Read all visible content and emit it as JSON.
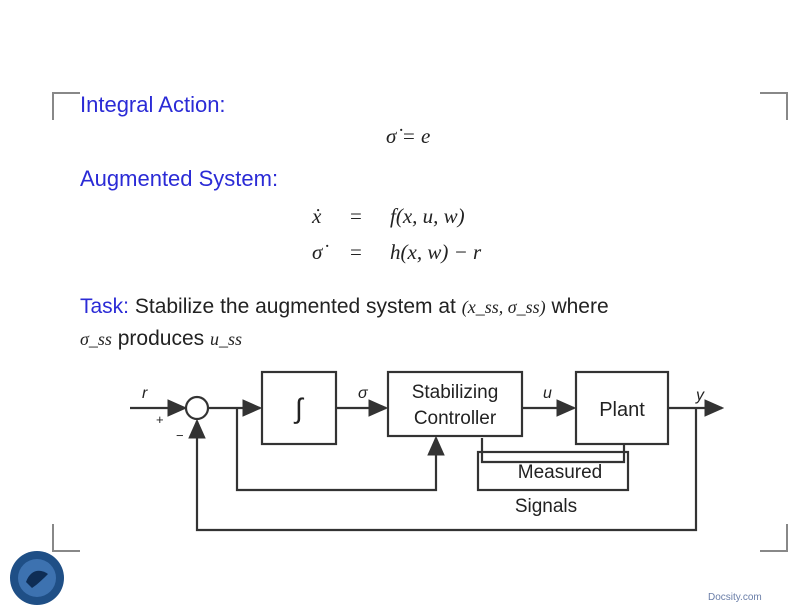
{
  "headings": {
    "integral_action": "Integral Action:",
    "augmented_system": "Augmented System:"
  },
  "equations": {
    "integral": "σ̇ = e",
    "aug_lhs_1": "ẋ",
    "aug_rel_1": "=",
    "aug_rhs_1": "f(x, u, w)",
    "aug_lhs_2": "σ̇",
    "aug_rel_2": "=",
    "aug_rhs_2": "h(x, w) − r"
  },
  "task": {
    "label": "Task:",
    "text_1": "Stabilize the augmented system at",
    "point": "(x_ss, σ_ss)",
    "text_2": "where",
    "line2_var": "σ_ss",
    "line2_text": "produces",
    "line2_var2": "u_ss"
  },
  "diagram": {
    "input_r": "r",
    "plus": "+",
    "minus": "−",
    "integrator": "∫",
    "signal_sigma": "σ",
    "controller_line1": "Stabilizing",
    "controller_line2": "Controller",
    "signal_u": "u",
    "plant": "Plant",
    "output_y": "y",
    "measured_line1": "Measured",
    "measured_line2": "Signals"
  },
  "footer": {
    "site": "Docsity.com"
  },
  "colors": {
    "heading": "#2b2bd6",
    "logo": "#1f4f86"
  }
}
